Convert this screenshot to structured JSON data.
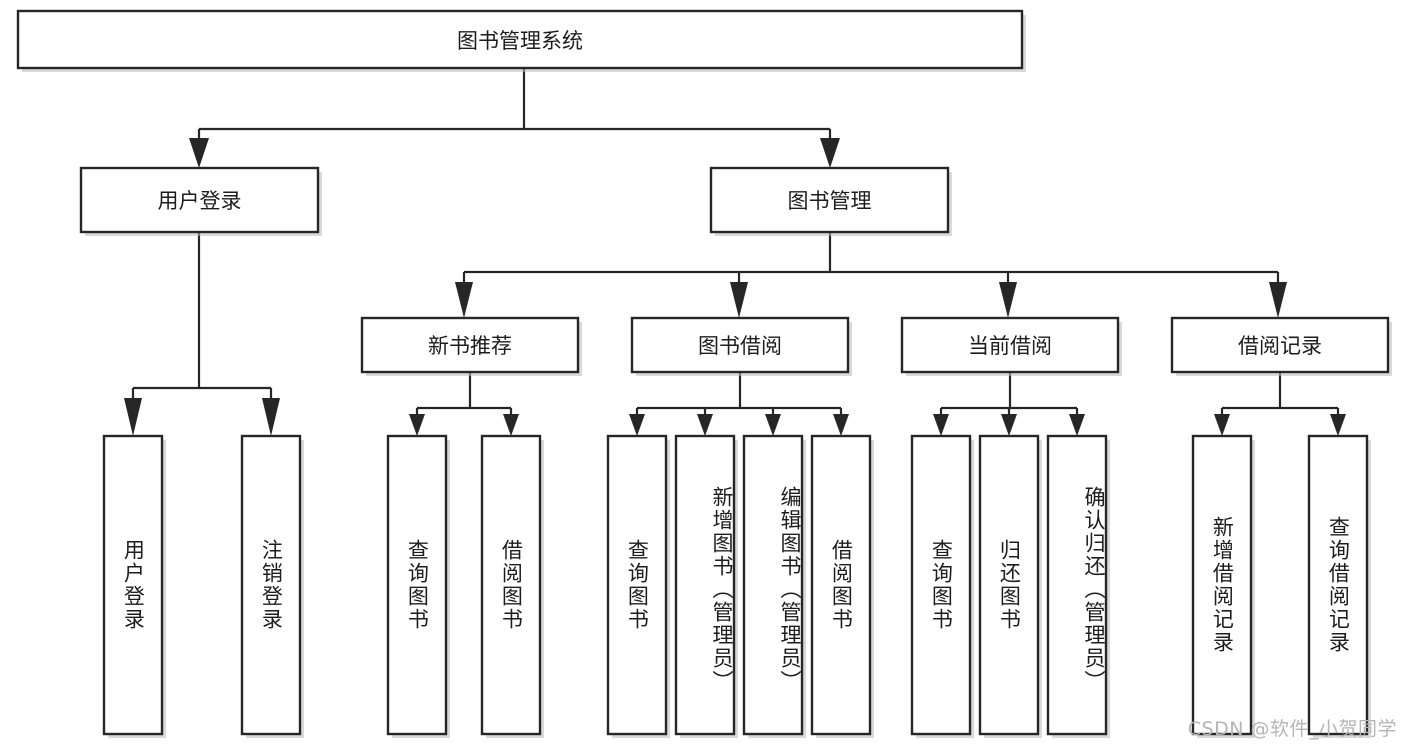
{
  "diagram": {
    "type": "tree",
    "title": "图书管理系统",
    "orientation": "top-down",
    "colors": {
      "node_stroke": "#262626",
      "node_fill": "#ffffff",
      "connector": "#262626",
      "text": "#1d1d1d",
      "watermark": "#b5b5b5",
      "background": "#ffffff"
    },
    "root": {
      "id": "root",
      "label": "图书管理系统",
      "orientation": "horizontal"
    },
    "level2": [
      {
        "id": "user-login",
        "label": "用户登录",
        "orientation": "horizontal"
      },
      {
        "id": "book-manage",
        "label": "图书管理",
        "orientation": "horizontal"
      }
    ],
    "level3": [
      {
        "id": "new-book-rec",
        "label": "新书推荐",
        "parent": "book-manage",
        "orientation": "horizontal"
      },
      {
        "id": "book-borrow",
        "label": "图书借阅",
        "parent": "book-manage",
        "orientation": "horizontal"
      },
      {
        "id": "current-borrow",
        "label": "当前借阅",
        "parent": "book-manage",
        "orientation": "horizontal"
      },
      {
        "id": "borrow-record",
        "label": "借阅记录",
        "parent": "book-manage",
        "orientation": "horizontal"
      }
    ],
    "leaves": [
      {
        "id": "leaf-user-login",
        "label": "用户登录",
        "parent": "user-login",
        "orientation": "vertical"
      },
      {
        "id": "leaf-user-logout",
        "label": "注销登录",
        "parent": "user-login",
        "orientation": "vertical"
      },
      {
        "id": "leaf-query-book-1",
        "label": "查询图书",
        "parent": "new-book-rec",
        "orientation": "vertical"
      },
      {
        "id": "leaf-borrow-book-1",
        "label": "借阅图书",
        "parent": "new-book-rec",
        "orientation": "vertical"
      },
      {
        "id": "leaf-query-book-2",
        "label": "查询图书",
        "parent": "book-borrow",
        "orientation": "vertical"
      },
      {
        "id": "leaf-add-book",
        "label": "新增图书（管理员）",
        "parent": "book-borrow",
        "orientation": "vertical"
      },
      {
        "id": "leaf-edit-book",
        "label": "编辑图书（管理员）",
        "parent": "book-borrow",
        "orientation": "vertical"
      },
      {
        "id": "leaf-borrow-book-2",
        "label": "借阅图书",
        "parent": "book-borrow",
        "orientation": "vertical"
      },
      {
        "id": "leaf-query-book-3",
        "label": "查询图书",
        "parent": "current-borrow",
        "orientation": "vertical"
      },
      {
        "id": "leaf-return-book",
        "label": "归还图书",
        "parent": "current-borrow",
        "orientation": "vertical"
      },
      {
        "id": "leaf-confirm-return",
        "label": "确认归还（管理员）",
        "parent": "current-borrow",
        "orientation": "vertical"
      },
      {
        "id": "leaf-add-record",
        "label": "新增借阅记录",
        "parent": "borrow-record",
        "orientation": "vertical"
      },
      {
        "id": "leaf-query-record",
        "label": "查询借阅记录",
        "parent": "borrow-record",
        "orientation": "vertical"
      }
    ]
  },
  "watermark": {
    "text": "CSDN @软件_小贺同学"
  }
}
